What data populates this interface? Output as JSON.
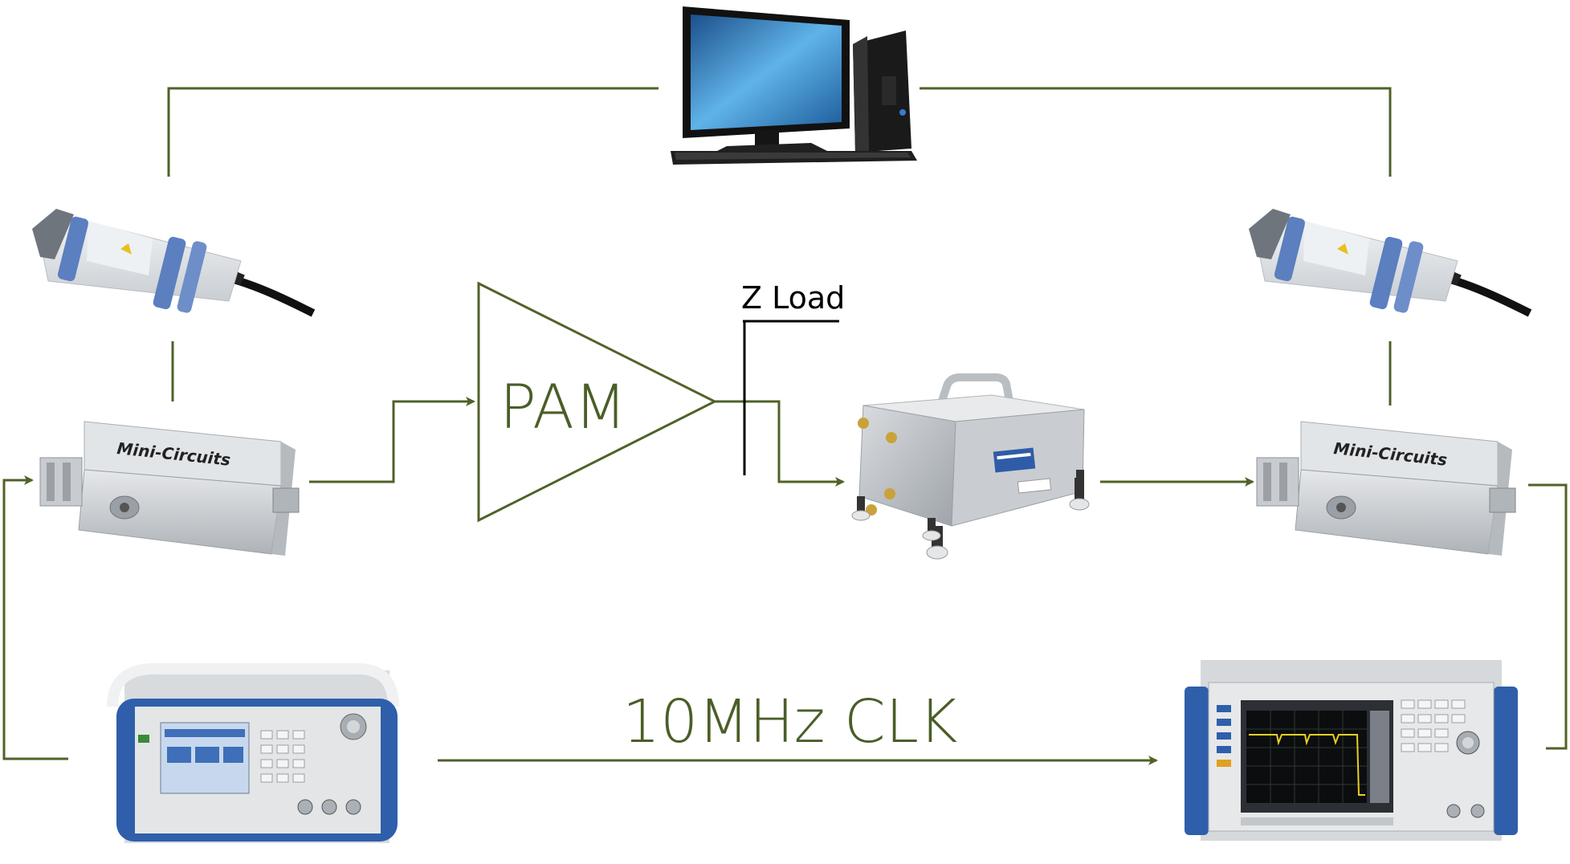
{
  "labels": {
    "pam": "PAM",
    "z_load": "Z Load",
    "clk": "10MHz CLK",
    "coupler_brand": "Mini-Circuits"
  },
  "colors": {
    "wire": "#4f6228",
    "label": "#4a5e28"
  },
  "icons": {
    "computer": "desktop-computer-icon",
    "sensor": "power-sensor-icon",
    "coupler": "directional-coupler-icon",
    "amplifier": "amplifier-triangle-icon",
    "load": "load-tuner-icon",
    "generator": "signal-generator-icon",
    "analyzer": "spectrum-analyzer-icon"
  }
}
